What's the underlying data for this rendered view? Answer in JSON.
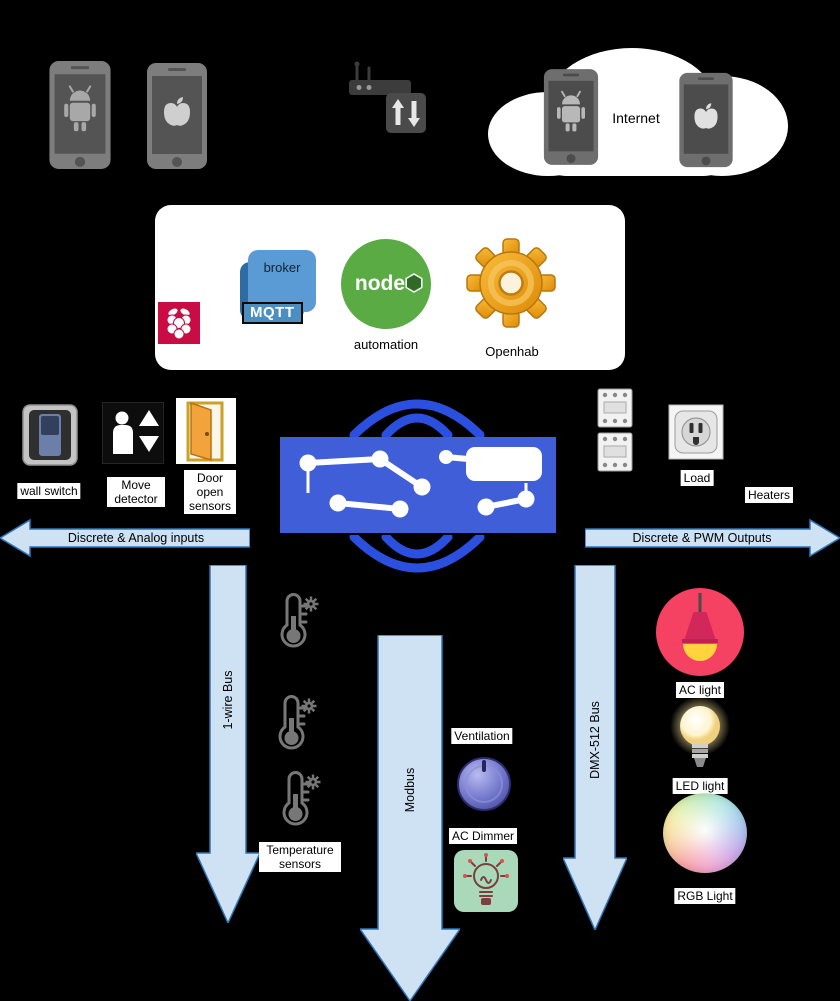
{
  "colors": {
    "background": "#000000",
    "arrow_fill": "#cfe2f3",
    "arrow_border": "#2e75b6",
    "pcb_blue": "#3f5ed7",
    "wifi_blue": "#2b50e0",
    "node_green": "#5aab44",
    "openhab_orange": "#eda219",
    "mqtt_blue": "#5b9bd5",
    "raspberry_red": "#c90c43",
    "ac_light_pink": "#f54263"
  },
  "cloud": {
    "internet_label": "Internet"
  },
  "software_panel": {
    "broker_label": "broker",
    "mqtt_label": "MQTT",
    "node_label": "node",
    "automation_label": "automation",
    "openhab_label": "Openhab"
  },
  "inputs": {
    "wall_switch_label": "wall switch",
    "move_detector_label": "Move detector",
    "door_sensor_label": "Door open sensors",
    "arrow_label": "Discrete & Analog inputs"
  },
  "outputs": {
    "load_label": "Load",
    "heaters_label": "Heaters",
    "arrow_label": "Discrete & PWM Outputs"
  },
  "buses": {
    "one_wire_label": "1-wire Bus",
    "modbus_label": "Modbus",
    "dmx_label": "DMX-512 Bus"
  },
  "devices": {
    "temperature_label": "Temperature sensors",
    "ventilation_label": "Ventilation",
    "ac_dimmer_label": "AC Dimmer",
    "ac_light_label": "AC light",
    "led_light_label": "LED light",
    "rgb_light_label": "RGB Light"
  }
}
